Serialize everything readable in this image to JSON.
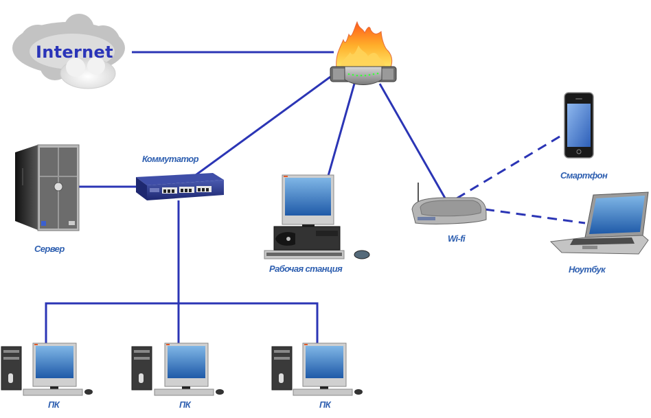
{
  "diagram": {
    "type": "network-topology",
    "link_color": "#2b35b5",
    "label_color": "#2e5fb0",
    "nodes": {
      "internet": {
        "label": "Internet",
        "icon": "cloud-icon"
      },
      "firewall": {
        "label": "",
        "icon": "firewall-router-icon"
      },
      "switch": {
        "label": "Коммутатор",
        "icon": "network-switch-icon"
      },
      "server": {
        "label": "Сервер",
        "icon": "server-tower-icon"
      },
      "workstation": {
        "label": "Рабочая станция",
        "icon": "desktop-workstation-icon"
      },
      "wifi": {
        "label": "Wi-fi",
        "icon": "wireless-router-icon"
      },
      "smartphone": {
        "label": "Смартфон",
        "icon": "smartphone-icon"
      },
      "laptop": {
        "label": "Ноутбук",
        "icon": "laptop-icon"
      },
      "pc1": {
        "label": "ПК",
        "icon": "desktop-pc-icon"
      },
      "pc2": {
        "label": "ПК",
        "icon": "desktop-pc-icon"
      },
      "pc3": {
        "label": "ПК",
        "icon": "desktop-pc-icon"
      }
    },
    "links": [
      {
        "from": "internet",
        "to": "firewall",
        "style": "solid"
      },
      {
        "from": "firewall",
        "to": "switch",
        "style": "solid"
      },
      {
        "from": "firewall",
        "to": "workstation",
        "style": "solid"
      },
      {
        "from": "firewall",
        "to": "wifi",
        "style": "solid"
      },
      {
        "from": "switch",
        "to": "server",
        "style": "solid"
      },
      {
        "from": "switch",
        "to": "pc1",
        "style": "solid"
      },
      {
        "from": "switch",
        "to": "pc2",
        "style": "solid"
      },
      {
        "from": "switch",
        "to": "pc3",
        "style": "solid"
      },
      {
        "from": "wifi",
        "to": "smartphone",
        "style": "dashed"
      },
      {
        "from": "wifi",
        "to": "laptop",
        "style": "dashed"
      }
    ]
  }
}
